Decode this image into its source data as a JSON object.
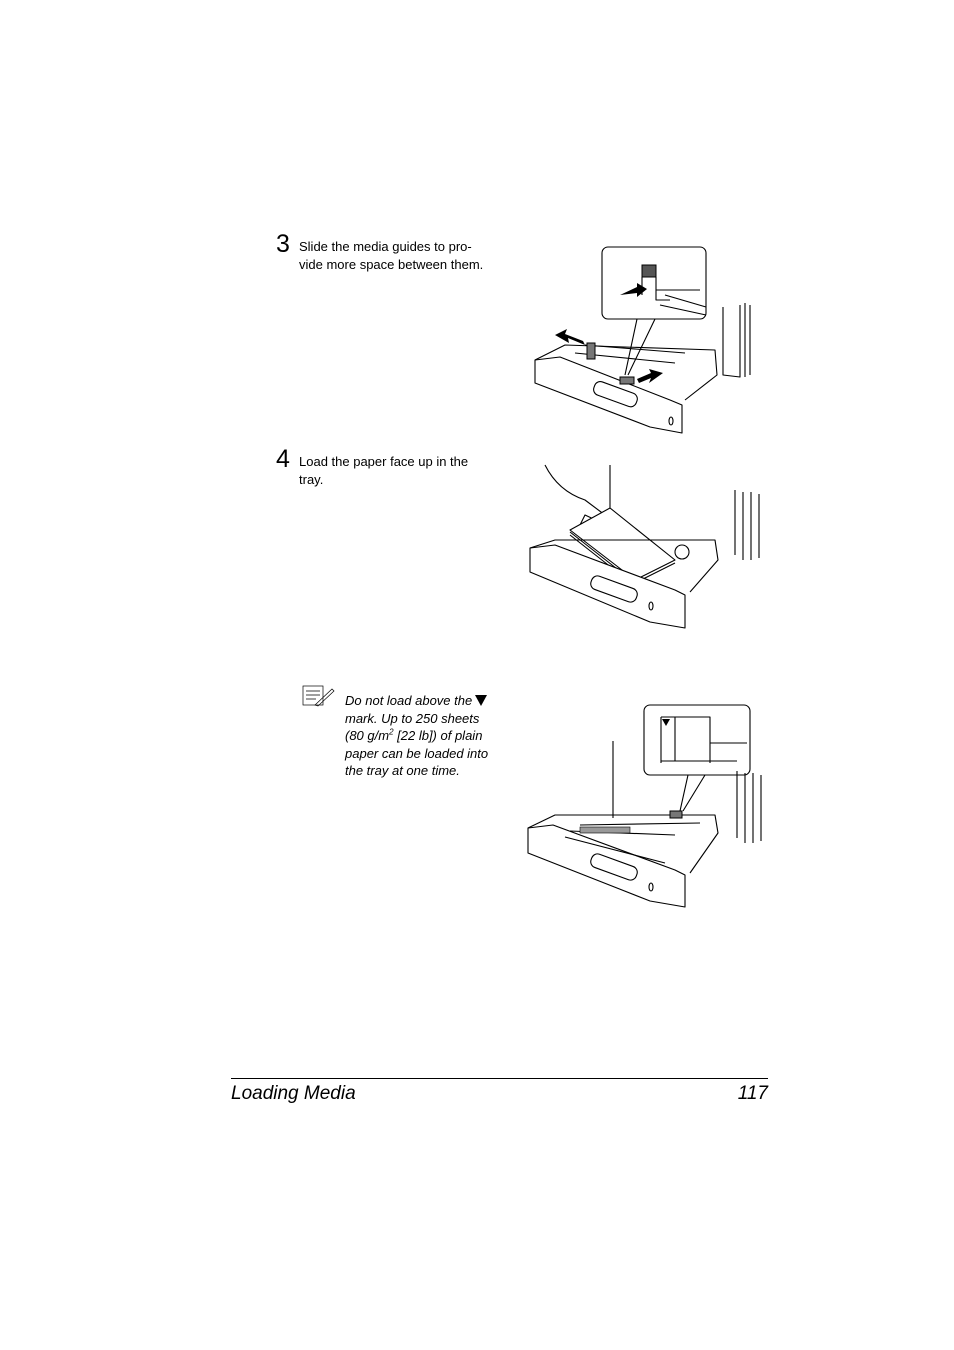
{
  "steps": [
    {
      "number": "3",
      "line1": "Slide the media guides to pro-",
      "line2": "vide more space between them."
    },
    {
      "number": "4",
      "line1": "Load the paper face up in the",
      "line2": "tray."
    }
  ],
  "note": {
    "line1": "Do not load above the",
    "line2": "mark. Up to 250 sheets",
    "line3a": "(80 g/m",
    "line3sup": "2",
    "line3b": " [22 lb]) of plain",
    "line4": "paper can be loaded into",
    "line5": "the tray at one time."
  },
  "footer": {
    "title": "Loading Media",
    "page": "117"
  },
  "icons": [
    "note-pencil-icon",
    "fill-limit-triangle-icon"
  ]
}
